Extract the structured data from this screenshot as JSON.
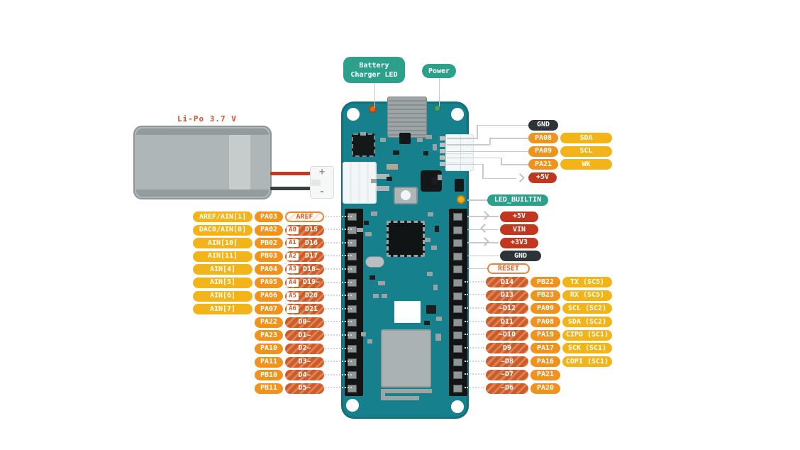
{
  "callouts": {
    "battery_charger_led_line1": "Battery",
    "battery_charger_led_line2": "Charger LED",
    "power": "Power",
    "led_builtin": "LED_BUILTIN"
  },
  "battery": {
    "label": "Li-Po 3.7 V",
    "plus": "+",
    "minus": "-"
  },
  "top_right_pins": [
    {
      "style": "gnd",
      "label": "GND"
    },
    {
      "style": "io",
      "port": "PA08",
      "fn": "SDA"
    },
    {
      "style": "io",
      "port": "PA09",
      "fn": "SCL"
    },
    {
      "style": "io",
      "port": "PA21",
      "fn": "WK"
    },
    {
      "style": "power",
      "label": "+5V",
      "arrow": "out"
    }
  ],
  "right_power_pins": [
    {
      "style": "power",
      "label": "+5V",
      "arrow": "out"
    },
    {
      "style": "power",
      "label": "VIN",
      "arrow": "in"
    },
    {
      "style": "power",
      "label": "+3V3",
      "arrow": "out"
    },
    {
      "style": "gnd",
      "label": "GND"
    },
    {
      "style": "reset",
      "label": "RESET"
    }
  ],
  "right_digital_pins": [
    {
      "digital": "D14",
      "port": "PB22",
      "fn": "TX (SC5)"
    },
    {
      "digital": "D13",
      "port": "PB23",
      "fn": "RX (SC5)"
    },
    {
      "digital": "~D12",
      "port": "PA09",
      "fn": "SCL (SC2)"
    },
    {
      "digital": "D11",
      "port": "PA08",
      "fn": "SDA (SC2)"
    },
    {
      "digital": "~D10",
      "port": "PA19",
      "fn": "CIPO (SC1)"
    },
    {
      "digital": "D9",
      "port": "PA17",
      "fn": "SCK (SC1)"
    },
    {
      "digital": "~D8",
      "port": "PA16",
      "fn": "COPI (SC1)"
    },
    {
      "digital": "~D7",
      "port": "PA21"
    },
    {
      "digital": "~D6",
      "port": "PA20"
    }
  ],
  "left_pins": [
    {
      "fn": "AREF/AIN[1]",
      "port": "PA03",
      "digital": "AREF",
      "digital_style": "aref"
    },
    {
      "fn": "DAC0/AIN[0]",
      "port": "PA02",
      "analog": "A0",
      "digital": "D15"
    },
    {
      "fn": "AIN[10]",
      "port": "PB02",
      "analog": "A1",
      "digital": "D16"
    },
    {
      "fn": "AIN[11]",
      "port": "PB03",
      "analog": "A2",
      "digital": "D17"
    },
    {
      "fn": "AIN[4]",
      "port": "PA04",
      "analog": "A3",
      "digital": "D18~"
    },
    {
      "fn": "AIN[5]",
      "port": "PA05",
      "analog": "A4",
      "digital": "D19~"
    },
    {
      "fn": "AIN[6]",
      "port": "PA06",
      "analog": "A5",
      "digital": "D20"
    },
    {
      "fn": "AIN[7]",
      "port": "PA07",
      "analog": "A6",
      "digital": "D21"
    },
    {
      "port": "PA22",
      "digital": "D0~"
    },
    {
      "port": "PA23",
      "digital": "D1~"
    },
    {
      "port": "PA10",
      "digital": "D2~"
    },
    {
      "port": "PA11",
      "digital": "D3~"
    },
    {
      "port": "PB10",
      "digital": "D4~"
    },
    {
      "port": "PB11",
      "digital": "D5~"
    }
  ],
  "colors": {
    "board_teal": "#17808D",
    "pill_yellow": "#F2B418",
    "pill_orange": "#F0931D",
    "pill_dark_orange": "#CF5B26",
    "pill_red": "#C0361F",
    "pill_black": "#2D3338",
    "pill_teal": "#2BA18C",
    "outline_orange": "#E8833A",
    "battery_label_red": "#D2502F",
    "line_gray": "#C7CBCB"
  }
}
